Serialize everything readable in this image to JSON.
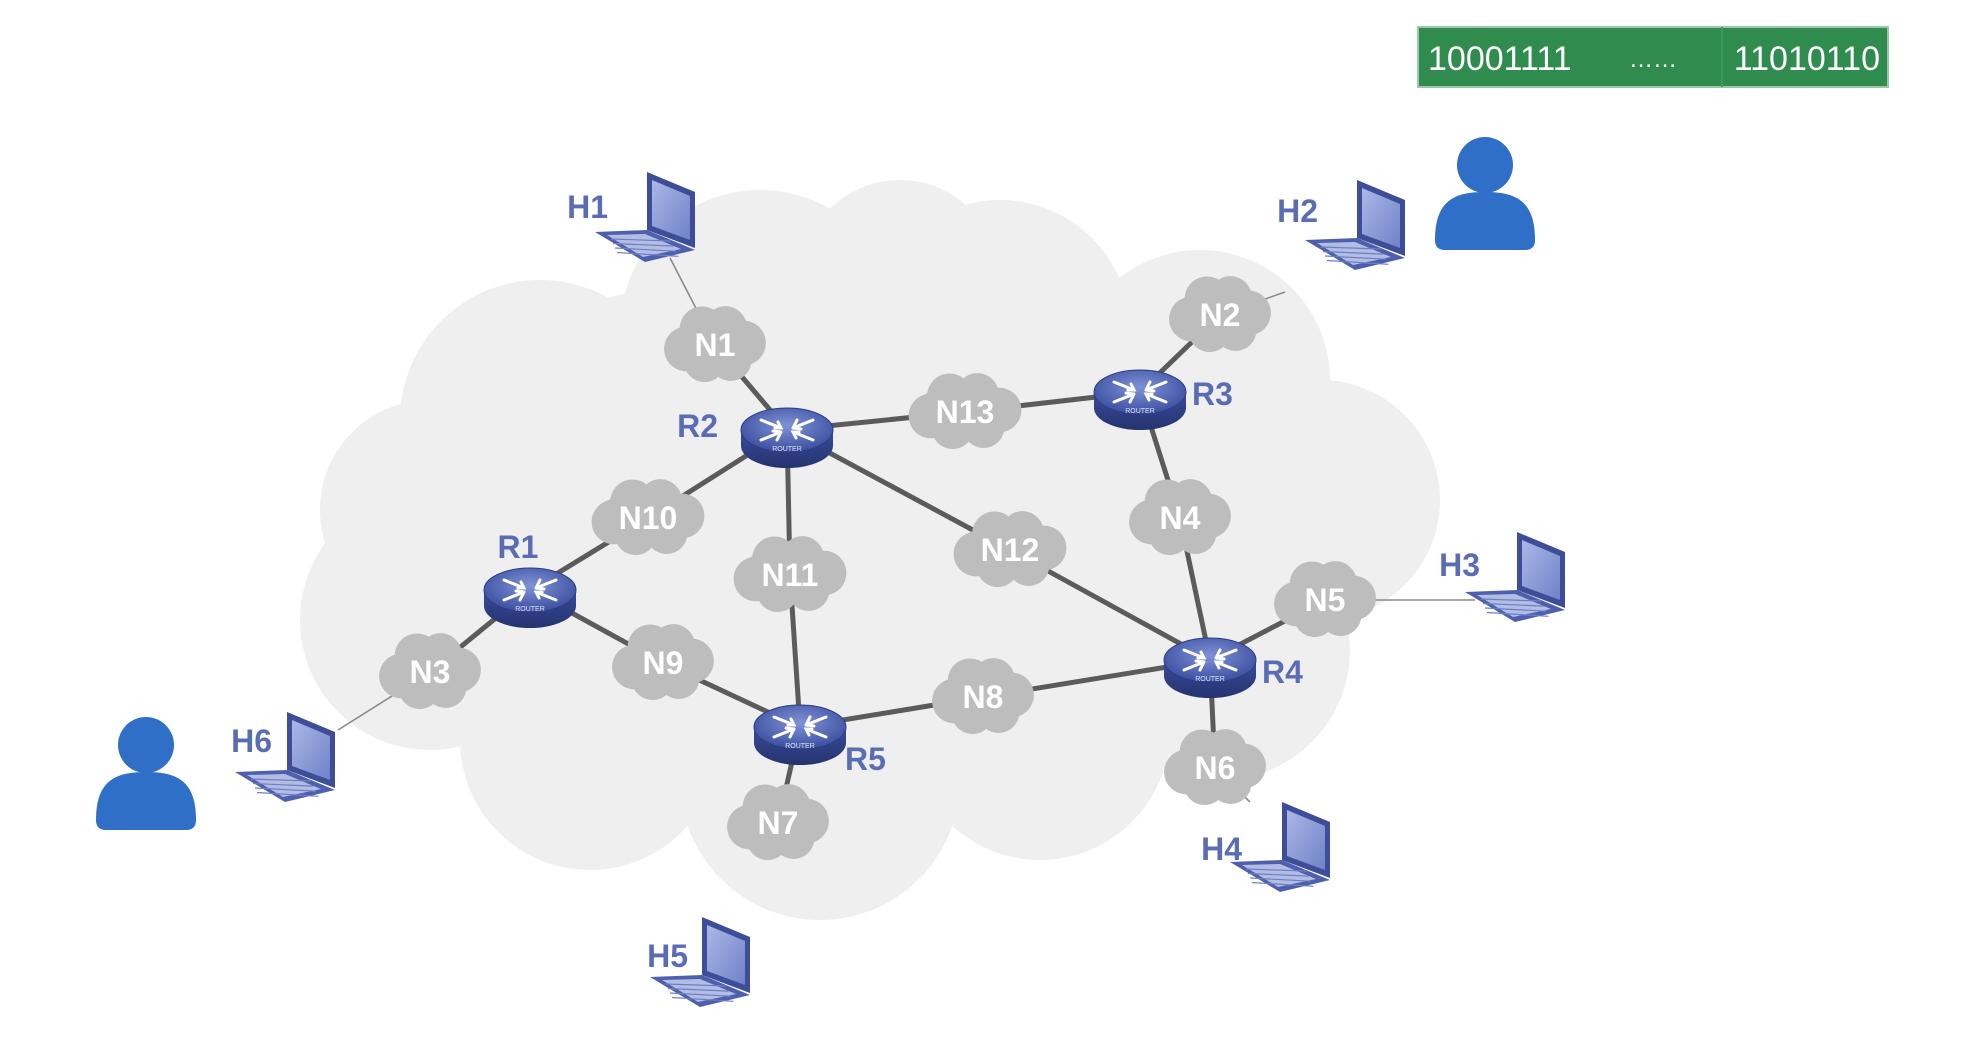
{
  "banner": {
    "left_bits": "10001111",
    "middle": "……",
    "right_bits": "11010110",
    "color": "#2f8b4e"
  },
  "routers": [
    {
      "id": "R1",
      "label": "R1"
    },
    {
      "id": "R2",
      "label": "R2"
    },
    {
      "id": "R3",
      "label": "R3"
    },
    {
      "id": "R4",
      "label": "R4"
    },
    {
      "id": "R5",
      "label": "R5"
    }
  ],
  "router_badge": "ROUTER",
  "networks": [
    {
      "id": "N1",
      "label": "N1"
    },
    {
      "id": "N2",
      "label": "N2"
    },
    {
      "id": "N3",
      "label": "N3"
    },
    {
      "id": "N4",
      "label": "N4"
    },
    {
      "id": "N5",
      "label": "N5"
    },
    {
      "id": "N6",
      "label": "N6"
    },
    {
      "id": "N7",
      "label": "N7"
    },
    {
      "id": "N8",
      "label": "N8"
    },
    {
      "id": "N9",
      "label": "N9"
    },
    {
      "id": "N10",
      "label": "N10"
    },
    {
      "id": "N11",
      "label": "N11"
    },
    {
      "id": "N12",
      "label": "N12"
    },
    {
      "id": "N13",
      "label": "N13"
    }
  ],
  "hosts": [
    {
      "id": "H1",
      "label": "H1"
    },
    {
      "id": "H2",
      "label": "H2"
    },
    {
      "id": "H3",
      "label": "H3"
    },
    {
      "id": "H4",
      "label": "H4"
    },
    {
      "id": "H5",
      "label": "H5"
    },
    {
      "id": "H6",
      "label": "H6"
    }
  ],
  "links": [
    [
      "N1",
      "R2"
    ],
    [
      "R2",
      "N13"
    ],
    [
      "N13",
      "R3"
    ],
    [
      "R3",
      "N2"
    ],
    [
      "R3",
      "N4"
    ],
    [
      "N4",
      "R4"
    ],
    [
      "R2",
      "N10"
    ],
    [
      "N10",
      "R1"
    ],
    [
      "R2",
      "N11"
    ],
    [
      "N11",
      "R5"
    ],
    [
      "R2",
      "N12"
    ],
    [
      "N12",
      "R4"
    ],
    [
      "R1",
      "N9"
    ],
    [
      "N9",
      "R5"
    ],
    [
      "R1",
      "N3"
    ],
    [
      "R5",
      "N8"
    ],
    [
      "N8",
      "R4"
    ],
    [
      "R4",
      "N5"
    ],
    [
      "R4",
      "N6"
    ],
    [
      "R5",
      "N7"
    ]
  ],
  "host_links": [
    [
      "H1",
      "N1"
    ],
    [
      "H2",
      "N2"
    ],
    [
      "H3",
      "N5"
    ],
    [
      "H4",
      "N6"
    ],
    [
      "H5",
      "N7"
    ],
    [
      "H6",
      "N3"
    ]
  ],
  "users": [
    {
      "id": "user-sender",
      "icon": "user-icon"
    },
    {
      "id": "user-receiver",
      "icon": "user-icon"
    }
  ],
  "colors": {
    "router": "#4a5fae",
    "network_cloud": "#bdbdbd",
    "background_cloud": "#eeeeee",
    "label": "#5a6db4",
    "user": "#2f6fc7",
    "laptop": "#5a6db4"
  }
}
